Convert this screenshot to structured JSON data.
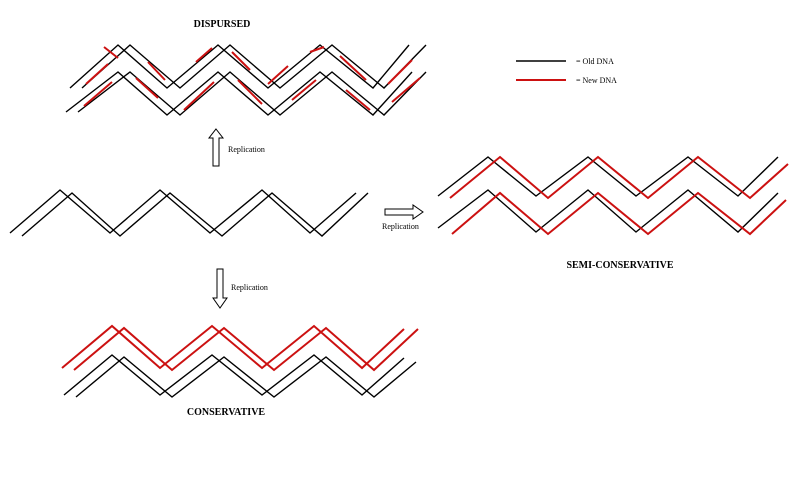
{
  "titles": {
    "dispursed": "DISPURSED",
    "semi_conservative": "SEMI-CONSERVATIVE",
    "conservative": "CONSERVATIVE"
  },
  "replication_label": "Replication",
  "legend": {
    "old": {
      "label": "= Old DNA",
      "color": "#000000"
    },
    "new": {
      "label": "= New DNA",
      "color": "#cc1111"
    }
  }
}
